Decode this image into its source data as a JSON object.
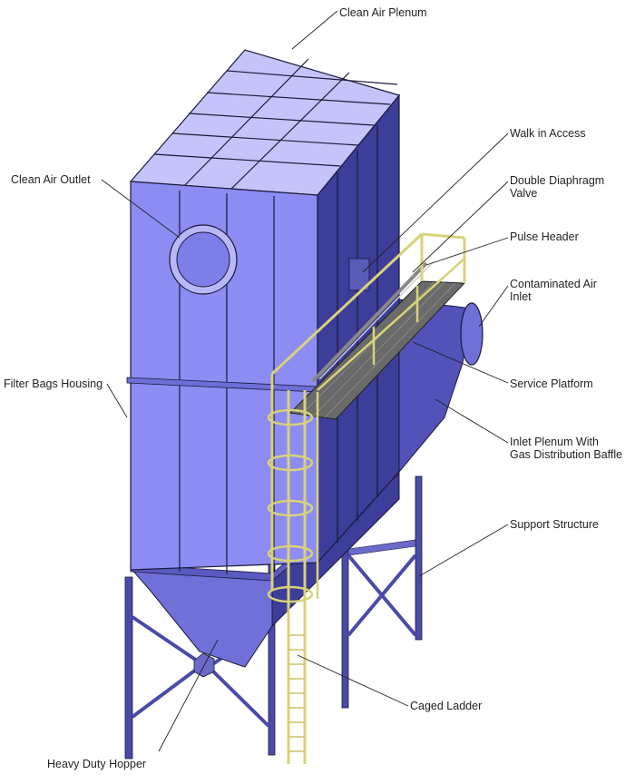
{
  "diagram": {
    "callouts": {
      "clean_air_plenum": "Clean Air Plenum",
      "walk_in_access": "Walk in Access",
      "double_diaphragm_valve_l1": "Double Diaphragm",
      "double_diaphragm_valve_l2": "Valve",
      "pulse_header": "Pulse Header",
      "contaminated_air_inlet_l1": "Contaminated Air",
      "contaminated_air_inlet_l2": "Inlet",
      "service_platform": "Service Platform",
      "inlet_plenum_l1": "Inlet Plenum With",
      "inlet_plenum_l2": "Gas Distribution Baffle",
      "support_structure": "Support Structure",
      "caged_ladder": "Caged Ladder",
      "heavy_duty_hopper": "Heavy Duty Hopper",
      "clean_air_outlet": "Clean Air Outlet",
      "filter_bags_housing": "Filter Bags Housing"
    },
    "colors": {
      "housing_front": "#8c8cf2",
      "housing_top": "#c4c4fa",
      "housing_side": "#3d3d9a",
      "railing": "#d8d27a",
      "grating": "#6a6a6a",
      "steel": "#4a4aa8"
    }
  }
}
